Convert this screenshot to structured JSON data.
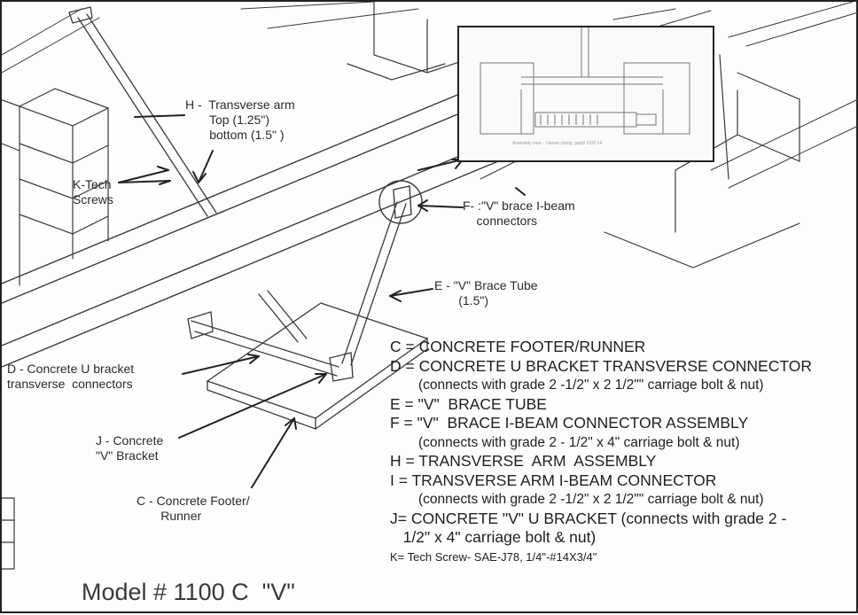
{
  "labels": {
    "h": "H -  Transverse arm\n       Top (1.25\")\n       bottom (1.5\" )",
    "k": "K-Tech\nScrews",
    "f": "F- :\"V\" brace I-beam\n    connectors",
    "e": "E - \"V\" Brace Tube\n       (1.5\")",
    "d": "D - Concrete U bracket\ntransverse  connectors",
    "j": "J - Concrete\n\"V\" Bracket",
    "c": "C - Concrete Footer/\n       Runner"
  },
  "legend": {
    "c": "C = CONCRETE FOOTER/RUNNER",
    "d": "D = CONCRETE U BRACKET TRANSVERSE CONNECTOR",
    "d_sub": "(connects with grade 2 -1/2\" x 2 1/2\"\" carriage bolt & nut)",
    "e": "E = \"V\"  BRACE TUBE",
    "f": "F = \"V\"  BRACE I-BEAM CONNECTOR ASSEMBLY",
    "f_sub": "(connects with grade 2 - 1/2\" x 4\" carriage bolt & nut)",
    "h": "H = TRANSVERSE  ARM  ASSEMBLY",
    "i": "I = TRANSVERSE ARM I-BEAM CONNECTOR",
    "i_sub": "(connects with grade 2 -1/2\" x 2 1/2\"\" carriage bolt & nut)",
    "j": "J= CONCRETE \"V\" U BRACKET (connects with grade 2 -",
    "j_cont": "   1/2\" x 4\" carriage bolt & nut)",
    "k": "K= Tech Screw- SAE-J78, 1/4\"-#14X3/4\""
  },
  "model": "Model # 1100 C  \"V\"",
  "inset": {
    "caption": "Assembly view - I-beam clamp, part# 1100 I-F"
  },
  "colors": {
    "line": "#3a3a3a",
    "background": "#fdfdfd",
    "text": "#1f1f1f"
  }
}
